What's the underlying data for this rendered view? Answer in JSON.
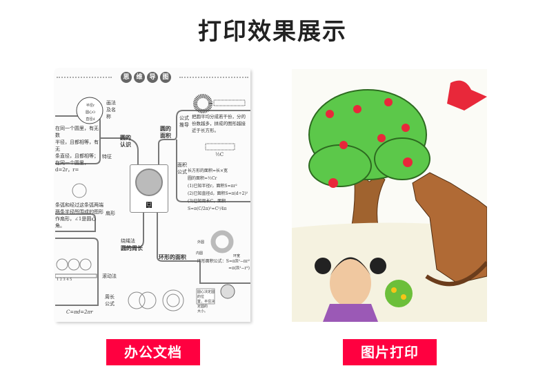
{
  "title": "打印效果展示",
  "labels": {
    "office": "办公文档",
    "photo": "图片打印"
  },
  "mindmap": {
    "header": [
      "思",
      "维",
      "导",
      "图"
    ],
    "center": "圆",
    "branches": {
      "recognition": "圆的认识",
      "area": "圆的面积",
      "perimeter": "圆的周长",
      "ring": "环形的面积"
    },
    "texts": {
      "draw_name": "画法及名称",
      "circle_parts": [
        "半径r",
        "圆心O",
        "直径d"
      ],
      "features_lines": [
        "在同一个圆里，有无数",
        "半径，且都相等，有无",
        "条直径，且都相等；",
        "在同一个圆里，d=2r，r="
      ],
      "features": "特征",
      "sector_lines": [
        "条弧和经过这条弧两端",
        "两条半径所围成的图形",
        "作扇形，∠1是圆心角。"
      ],
      "sector": "扇形",
      "formula_derive": "公式推导",
      "derive_lines": [
        "把圆平均分成若干份，分的",
        "份数越多，拼成的图形越接",
        "近于长方形。"
      ],
      "area_formula": "面积公式",
      "half_c": "½C",
      "area_lines": [
        "长方形的面积=长×宽",
        "圆的面积=½Cr",
        "(1)已知半径r，面积S=πr²",
        "(2)已知直径d，面积S=π(d÷2)²",
        "(3)已知周长C，面积",
        "S=π(C/2π)²=C²/4π"
      ],
      "rope": "绕绳法",
      "roll": "滚动法",
      "ruler": "1  2  3  4  5",
      "perimeter_formula": "周长公式",
      "perimeter_eq": "C=πd=2πr",
      "outer": "外圆",
      "inner": "内圆",
      "ring_width": "环宽",
      "ring_lines": [
        "环形面积公式：S=πR²−πr²",
        "=π(R²−r²)"
      ],
      "speech": [
        "圆心决定圆的位",
        "置，半径决定圆的",
        "大小。"
      ]
    }
  },
  "colors": {
    "label_bg": "#ff0040",
    "title": "#222222"
  }
}
